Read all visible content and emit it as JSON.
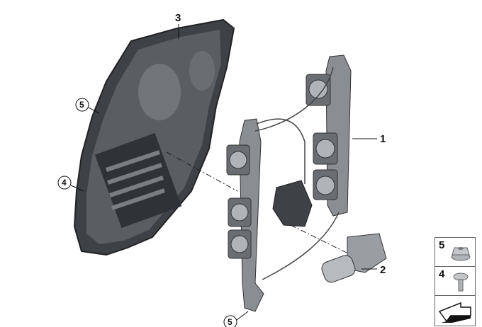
{
  "callouts": {
    "door_carrier": "3",
    "window_regulator": "1",
    "motor": "2",
    "screw_left": "4",
    "nut_left": "5",
    "nut_bottom": "5"
  },
  "legend": {
    "items": [
      {
        "number": "5",
        "part": "nut"
      },
      {
        "number": "4",
        "part": "screw"
      }
    ],
    "arrow_icon": "direction-arrow-icon"
  },
  "colors": {
    "part_dark": "#4a4d52",
    "part_mid": "#8a8d92",
    "part_light": "#c4c6c9"
  }
}
